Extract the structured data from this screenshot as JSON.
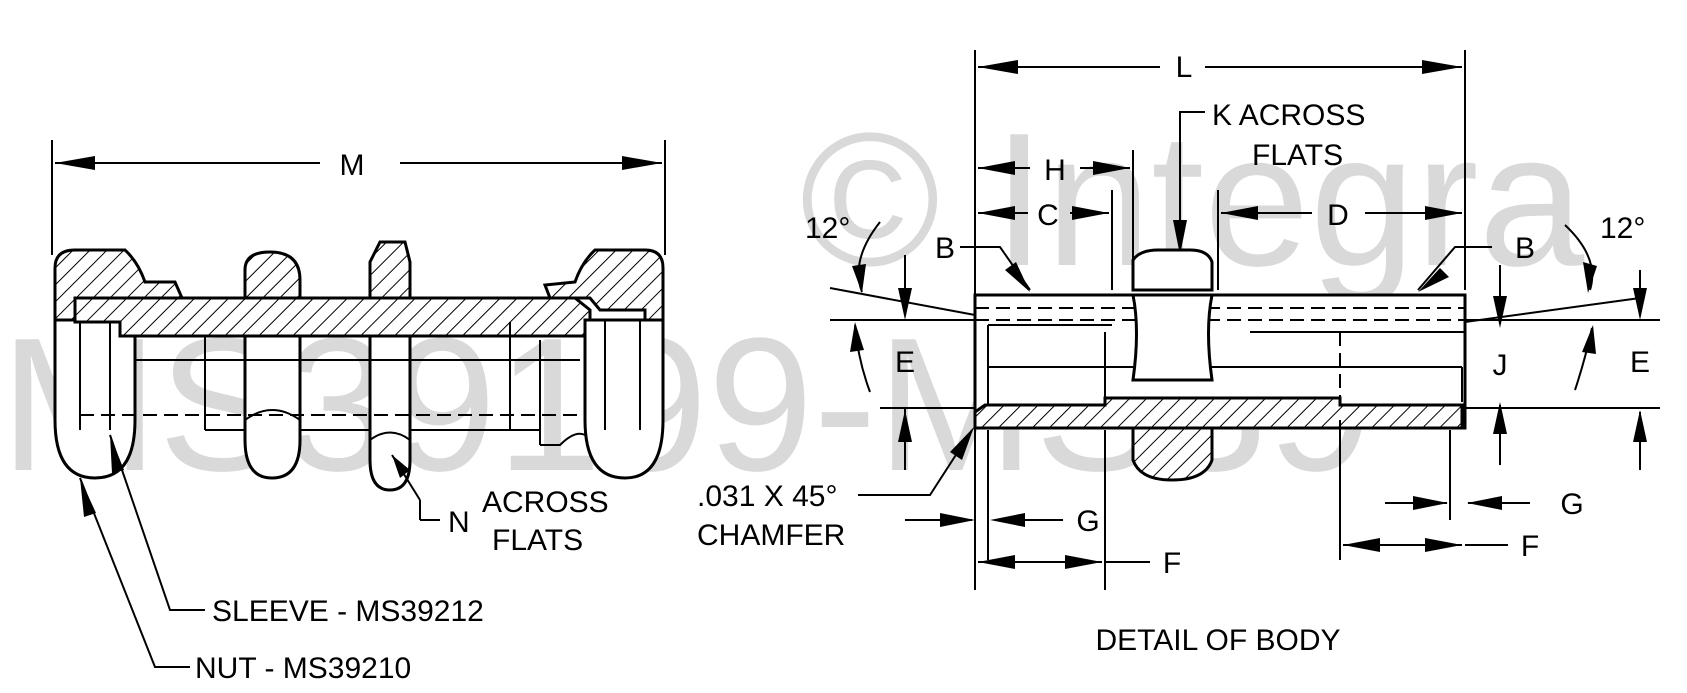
{
  "watermark": {
    "line1": "© Integra",
    "line2": "MS39199-MS39"
  },
  "assembly": {
    "dim_overall": "M",
    "dim_nut_flats_letter": "N",
    "dim_nut_flats_text_1": "ACROSS",
    "dim_nut_flats_text_2": "FLATS",
    "callout_sleeve": "SLEEVE - MS39212",
    "callout_nut": "NUT - MS39210"
  },
  "body_detail": {
    "dim_length": "L",
    "dim_flats_line1": "K ACROSS",
    "dim_flats_line2": "FLATS",
    "dim_h": "H",
    "dim_c": "C",
    "dim_d": "D",
    "dim_b_left": "B",
    "dim_b_right": "B",
    "angle_left": "12°",
    "angle_right": "12°",
    "dim_e_left": "E",
    "dim_e_right": "E",
    "dim_j": "J",
    "chamfer_line1": ".031 X 45°",
    "chamfer_line2": "CHAMFER",
    "dim_g_left": "G",
    "dim_g_right": "G",
    "dim_f_left": "F",
    "dim_f_right": "F",
    "caption": "DETAIL OF BODY"
  }
}
